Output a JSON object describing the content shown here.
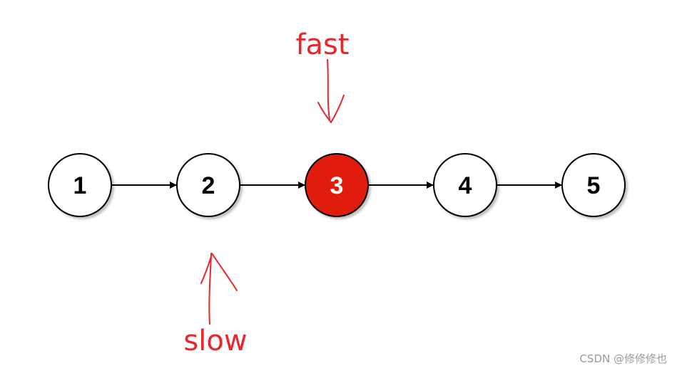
{
  "nodes": [
    {
      "label": "1",
      "highlighted": false
    },
    {
      "label": "2",
      "highlighted": false
    },
    {
      "label": "3",
      "highlighted": true
    },
    {
      "label": "4",
      "highlighted": false
    },
    {
      "label": "5",
      "highlighted": false
    }
  ],
  "pointers": {
    "fast": {
      "label": "fast",
      "target_node": "3"
    },
    "slow": {
      "label": "slow",
      "target_node": "2"
    }
  },
  "colors": {
    "node_fill": "#ffffff",
    "node_highlight_fill": "#e01c10",
    "node_stroke": "#000000",
    "highlight_text": "#ffffff",
    "annotation": "#e8262b",
    "edge": "#000000"
  },
  "watermark": "CSDN @修修修也"
}
